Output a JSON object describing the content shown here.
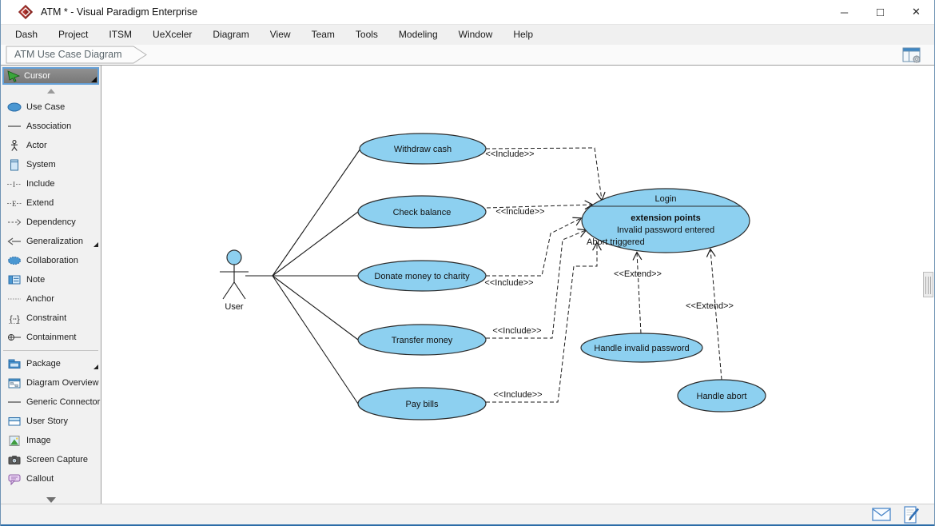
{
  "window": {
    "title": "ATM * - Visual Paradigm Enterprise",
    "controls": {
      "minimize": "─",
      "maximize": "□",
      "close": "✕"
    }
  },
  "menu": {
    "items": [
      "Dash",
      "Project",
      "ITSM",
      "UeXceler",
      "Diagram",
      "View",
      "Team",
      "Tools",
      "Modeling",
      "Window",
      "Help"
    ]
  },
  "tabbar": {
    "active_tab": "ATM Use Case Diagram"
  },
  "toolbox": {
    "selected_tool": {
      "label": "Cursor",
      "icon": "cursor-icon"
    },
    "items": [
      {
        "label": "Use Case",
        "icon": "use-case-icon"
      },
      {
        "label": "Association",
        "icon": "association-icon"
      },
      {
        "label": "Actor",
        "icon": "actor-icon"
      },
      {
        "label": "System",
        "icon": "system-icon"
      },
      {
        "label": "Include",
        "icon": "include-icon"
      },
      {
        "label": "Extend",
        "icon": "extend-icon"
      },
      {
        "label": "Dependency",
        "icon": "dependency-icon"
      },
      {
        "label": "Generalization",
        "icon": "generalization-icon",
        "has_flyout": true
      },
      {
        "label": "Collaboration",
        "icon": "collaboration-icon"
      },
      {
        "label": "Note",
        "icon": "note-icon"
      },
      {
        "label": "Anchor",
        "icon": "anchor-icon"
      },
      {
        "label": "Constraint",
        "icon": "constraint-icon"
      },
      {
        "label": "Containment",
        "icon": "containment-icon"
      },
      {
        "label": "Package",
        "icon": "package-icon",
        "has_flyout": true
      },
      {
        "label": "Diagram Overview",
        "icon": "diagram-overview-icon"
      },
      {
        "label": "Generic Connector",
        "icon": "generic-connector-icon"
      },
      {
        "label": "User Story",
        "icon": "user-story-icon"
      },
      {
        "label": "Image",
        "icon": "image-icon"
      },
      {
        "label": "Screen Capture",
        "icon": "screen-capture-icon"
      },
      {
        "label": "Callout",
        "icon": "callout-icon"
      }
    ]
  },
  "diagram": {
    "actor_label": "User",
    "use_cases": [
      "Withdraw cash",
      "Check balance",
      "Donate money to charity",
      "Transfer money",
      "Pay bills"
    ],
    "login": {
      "title": "Login",
      "compartment_title": "extension points",
      "extension_points": [
        "Invalid password entered",
        "Abort triggered"
      ]
    },
    "extend_use_cases": [
      "Handle invalid password",
      "Handle abort"
    ],
    "stereotypes": {
      "include": "<<Include>>",
      "extend": "<<Extend>>"
    },
    "colors": {
      "shape_fill": "#8DD0F0",
      "shape_stroke": "#2B2B2B"
    }
  }
}
